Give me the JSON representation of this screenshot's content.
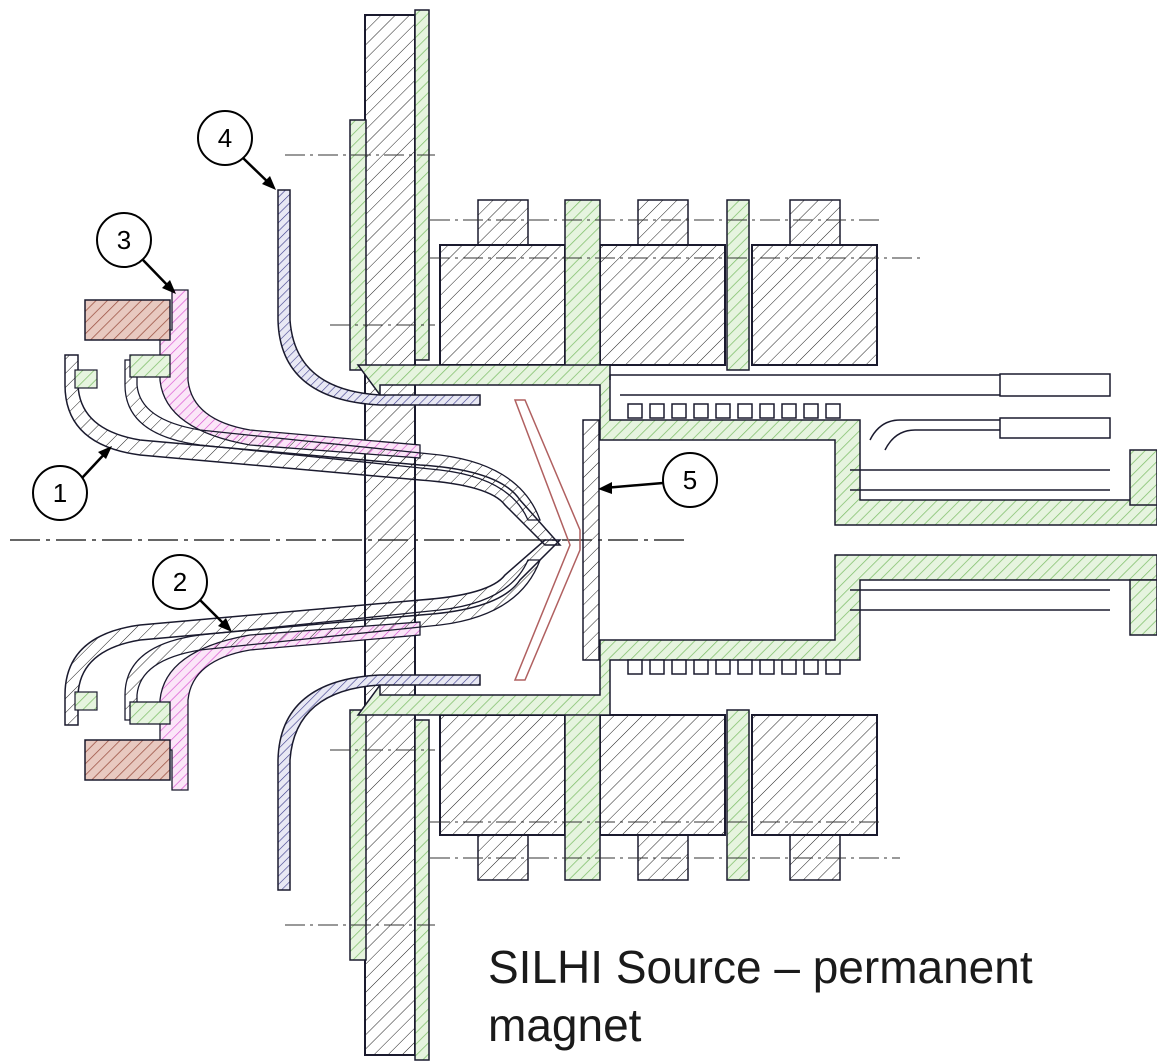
{
  "callouts": [
    {
      "id": "1",
      "label": "1"
    },
    {
      "id": "2",
      "label": "2"
    },
    {
      "id": "3",
      "label": "3"
    },
    {
      "id": "4",
      "label": "4"
    },
    {
      "id": "5",
      "label": "5"
    }
  ],
  "caption": {
    "line1": "SILHI Source – permanent",
    "line2": "magnet"
  },
  "colors": {
    "outline": "#1a1a2e",
    "hatch_green": "#9ccf8c",
    "hatch_magenta": "#d94fd0",
    "hatch_brown": "#a05a4a",
    "hatch_blue": "#3a3a8a",
    "axis_line": "#333333"
  }
}
